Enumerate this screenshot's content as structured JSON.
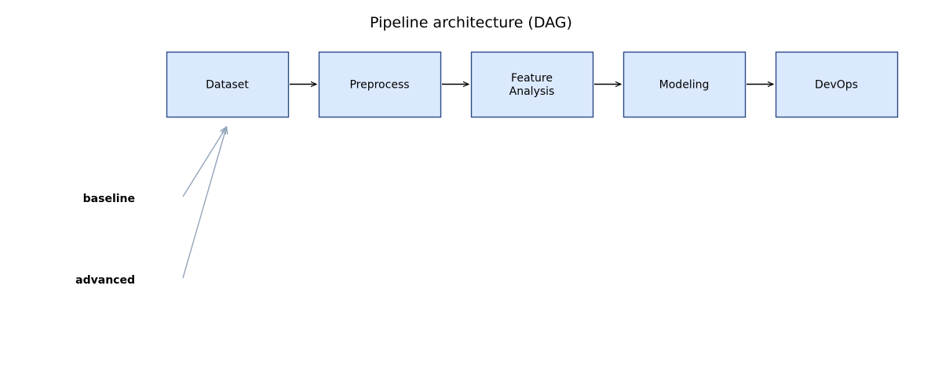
{
  "title": "Pipeline architecture (DAG)",
  "colors": {
    "node_fill": "#dbe9fe",
    "node_stroke": "#2a4a86",
    "edge": "#000000",
    "input_edge": "#93a5ba"
  },
  "nodes": [
    {
      "id": "dataset",
      "lines": [
        "Dataset"
      ]
    },
    {
      "id": "preprocess",
      "lines": [
        "Preprocess"
      ]
    },
    {
      "id": "feature-analysis",
      "lines": [
        "Feature",
        "Analysis"
      ]
    },
    {
      "id": "modeling",
      "lines": [
        "Modeling"
      ]
    },
    {
      "id": "devops",
      "lines": [
        "DevOps"
      ]
    }
  ],
  "edges": [
    {
      "from": "dataset",
      "to": "preprocess"
    },
    {
      "from": "preprocess",
      "to": "feature-analysis"
    },
    {
      "from": "feature-analysis",
      "to": "modeling"
    },
    {
      "from": "modeling",
      "to": "devops"
    }
  ],
  "inputs": [
    {
      "id": "baseline",
      "label": "baseline",
      "target": "dataset"
    },
    {
      "id": "advanced",
      "label": "advanced",
      "target": "dataset"
    }
  ]
}
